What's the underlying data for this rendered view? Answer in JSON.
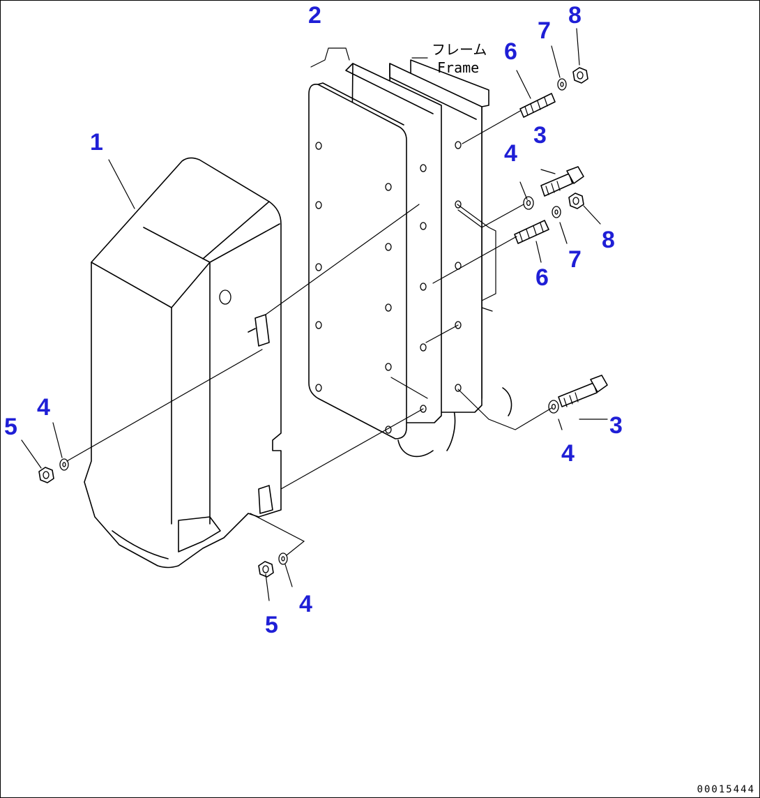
{
  "frame_label": {
    "japanese": "フレーム",
    "english": "Frame"
  },
  "callouts": [
    "1",
    "2",
    "3",
    "3",
    "4",
    "4",
    "4",
    "4",
    "5",
    "5",
    "6",
    "6",
    "7",
    "7",
    "8",
    "8"
  ],
  "document_code": "00015444",
  "callout_color": "#1f1fd6"
}
